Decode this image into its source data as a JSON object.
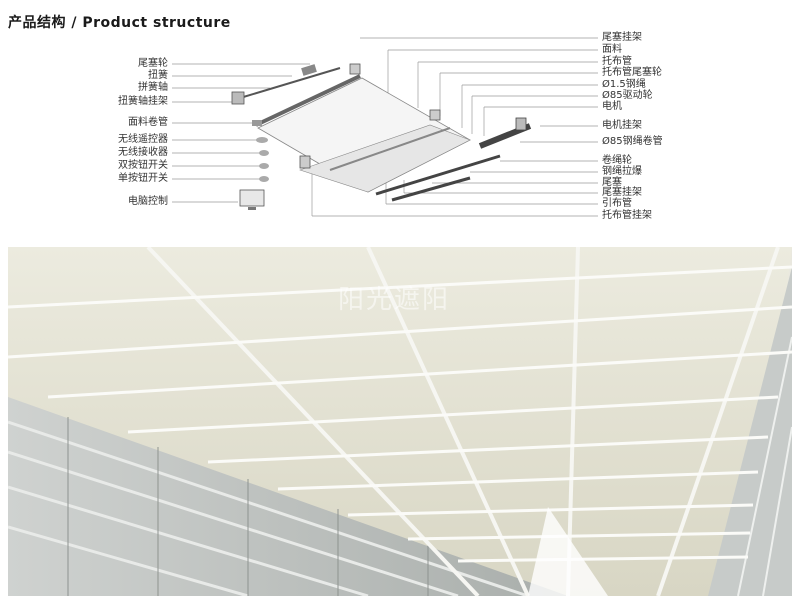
{
  "header": {
    "title": "产品结构 / Product structure"
  },
  "labels_left": [
    "尾塞轮",
    "扭簧",
    "拼簧轴",
    "扭簧轴挂架",
    "面料卷管",
    "无线遥控器",
    "无线接收器",
    "双按钮开关",
    "单按钮开关",
    "电脑控制"
  ],
  "labels_right": [
    "尾塞挂架",
    "面料",
    "托布管",
    "托布管尾塞轮",
    "Ø1.5钢绳",
    "Ø85驱动轮",
    "电机",
    "电机挂架",
    "Ø85钢绳卷管",
    "卷绳轮",
    "钢绳拉爆",
    "尾塞",
    "尾塞挂架",
    "引布管",
    "托布管挂架"
  ],
  "photo": {
    "watermark": "阳光遮阳"
  }
}
